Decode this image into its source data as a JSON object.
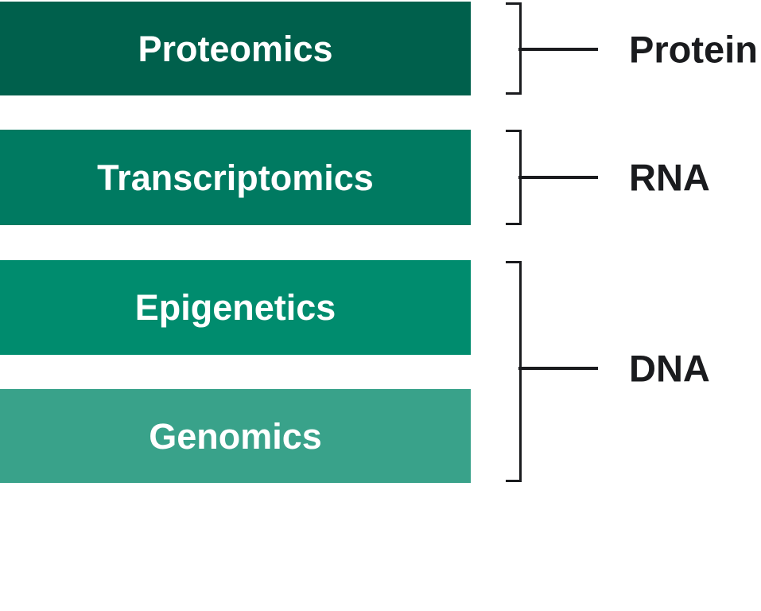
{
  "diagram": {
    "bars": [
      {
        "label": "Proteomics",
        "color": "#00604C"
      },
      {
        "label": "Transcriptomics",
        "color": "#007A61"
      },
      {
        "label": "Epigenetics",
        "color": "#008C6E"
      },
      {
        "label": "Genomics",
        "color": "#39A28A"
      }
    ],
    "brackets": [
      {
        "label": "Protein",
        "spans": [
          "Proteomics"
        ]
      },
      {
        "label": "RNA",
        "spans": [
          "Transcriptomics"
        ]
      },
      {
        "label": "DNA",
        "spans": [
          "Epigenetics",
          "Genomics"
        ]
      }
    ],
    "colors": {
      "line": "#1A1B1E",
      "label_text": "#1A1B1E",
      "bar_text": "#FFFFFF",
      "background": "#FFFFFF"
    }
  }
}
